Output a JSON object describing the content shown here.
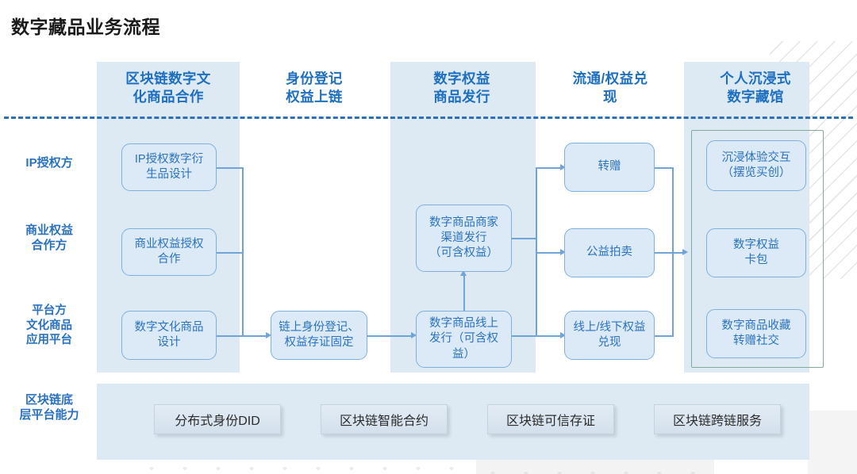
{
  "title": "数字藏品业务流程",
  "columns": [
    {
      "label": "区块链数字文\n化商品合作"
    },
    {
      "label": "身份登记\n权益上链"
    },
    {
      "label": "数字权益\n商品发行"
    },
    {
      "label": "流通/权益兑\n现"
    },
    {
      "label": "个人沉浸式\n数字藏馆"
    }
  ],
  "row_labels": [
    {
      "label": "IP授权方"
    },
    {
      "label": "商业权益\n合作方"
    },
    {
      "label": "平台方\n文化商品\n应用平台"
    },
    {
      "label": "区块链底\n层平台能力"
    }
  ],
  "boxes": {
    "ip_design": "IP授权数字衍\n生品设计",
    "commercial_rights": "商业权益授权\n合作",
    "cultural_design": "数字文化商品\n设计",
    "chain_identity": "链上身份登记、\n权益存证固定",
    "merchant_issue": "数字商品商家\n渠道发行\n（可含权益）",
    "online_issue": "数字商品线上\n发行（可含权\n益）",
    "gift": "转赠",
    "charity_auction": "公益拍卖",
    "rights_redeem": "线上/线下权益\n兑现",
    "immersive": "沉浸体验交互\n（摆览买创）",
    "rights_card": "数字权益\n卡包",
    "collect_social": "数字商品收藏\n转赠社交"
  },
  "capabilities": [
    {
      "label": "分布式身份DID"
    },
    {
      "label": "区块链智能合约"
    },
    {
      "label": "区块链可信存证"
    },
    {
      "label": "区块链跨链服务"
    }
  ],
  "colors": {
    "accent": "#2a72bf",
    "band": "#ddeaf4",
    "box_fill": "#dceaf7",
    "box_border": "#7eafdd",
    "divider": "#2f6fb3",
    "museum_border": "#84a99b"
  }
}
